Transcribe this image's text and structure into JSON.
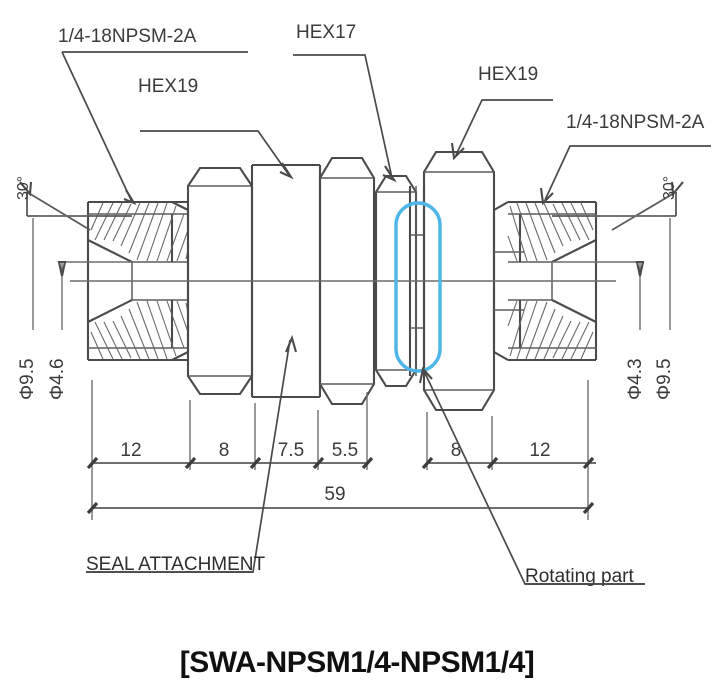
{
  "drawing": {
    "title": "[SWA-NPSM1/4-NPSM1/4]",
    "callouts": {
      "thread_left": "1/4-18NPSM-2A",
      "hex19_left": "HEX19",
      "hex17_center": "HEX17",
      "hex19_right": "HEX19",
      "thread_right": "1/4-18NPSM-2A"
    },
    "notes": {
      "seal": "SEAL ATTACHMENT",
      "rotating": "Rotating part"
    },
    "angles": {
      "left": "30°",
      "right": "30°"
    },
    "diameters": {
      "left_outer": "Φ9.5",
      "left_inner": "Φ4.6",
      "right_inner": "Φ4.3",
      "right_outer": "Φ9.5"
    },
    "dimensions": {
      "segments": [
        "12",
        "8",
        "7.5",
        "5.5",
        "8",
        "12"
      ],
      "overall": "59"
    },
    "colors": {
      "highlight": "#4db5e8",
      "line": "#4a4a4a",
      "text": "#3b3b3b",
      "background": "#ffffff"
    }
  }
}
